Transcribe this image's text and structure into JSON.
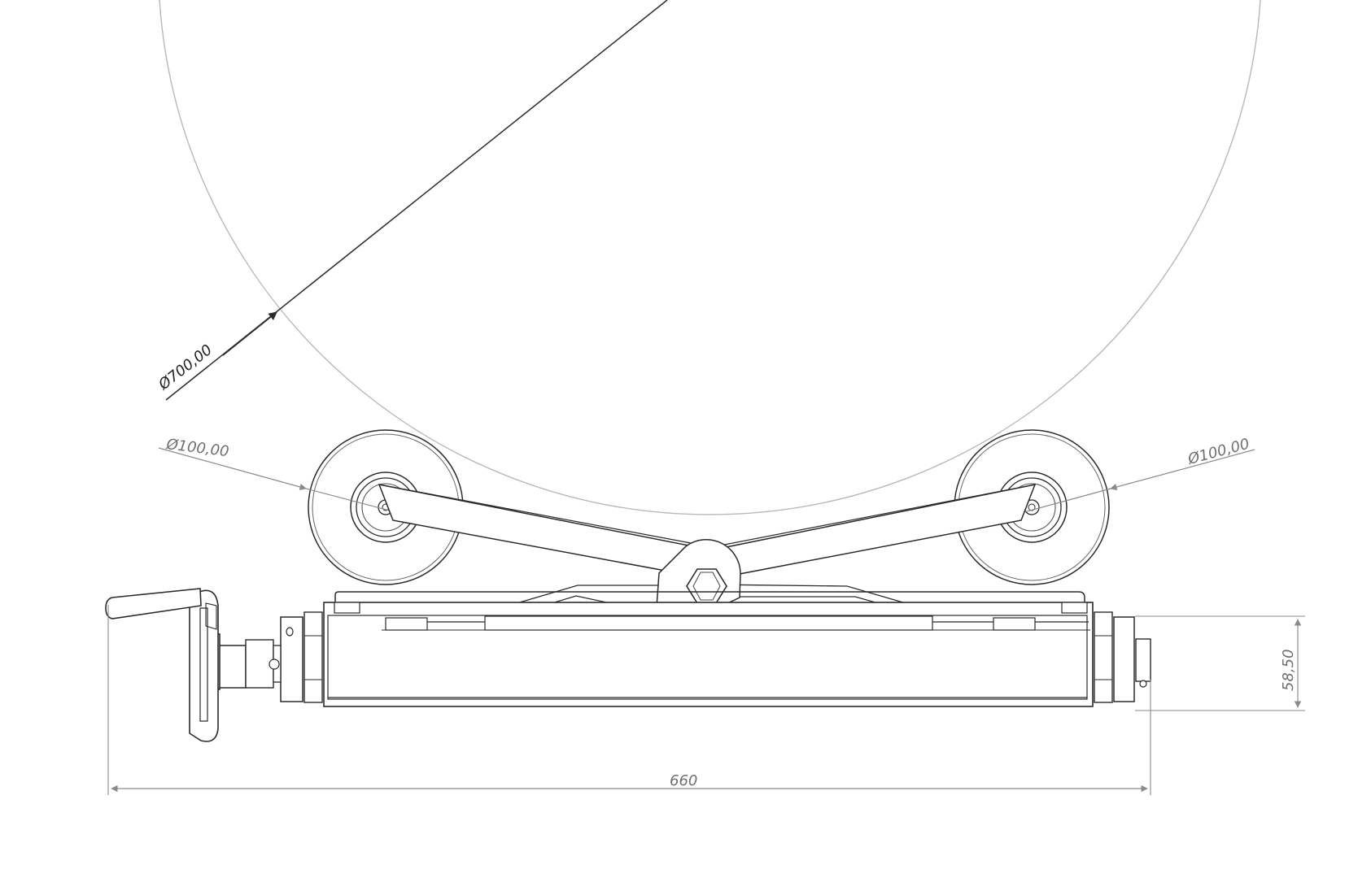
{
  "drawing": {
    "dimensions": {
      "vessel_diameter": "Ø700,00",
      "left_wheel_diameter": "Ø100,00",
      "right_wheel_diameter": "Ø100,00",
      "height": "58,50",
      "overall_length": "660"
    },
    "colors": {
      "line": "#2a2a2a",
      "thin": "#7a7a7a",
      "vessel": "#b8b8b8",
      "dimension": "#8a8a8a",
      "background": "#ffffff"
    }
  }
}
